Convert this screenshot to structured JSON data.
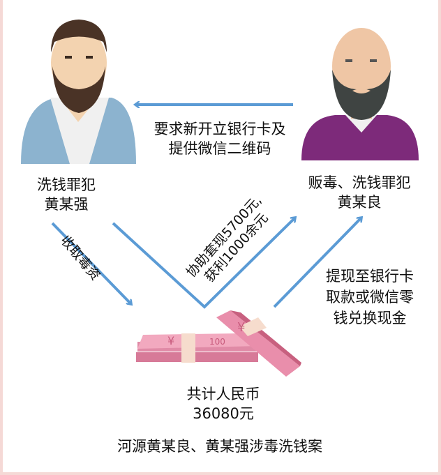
{
  "left_person": {
    "role": "洗钱罪犯",
    "name": "黄某强"
  },
  "right_person": {
    "role": "贩毒、洗钱罪犯",
    "name": "黄某良"
  },
  "top_arrow_text": [
    "要求新开立银行卡及",
    "提供微信二维码"
  ],
  "left_arrow_text": "收取毒资",
  "middle_arrow_text": [
    "协助套现5700元,",
    "获利1000余元"
  ],
  "right_arrow_text": [
    "提现至银行卡",
    "取款或微信零",
    "钱兑换现金"
  ],
  "money": {
    "label": "共计人民币",
    "amount": "36080元",
    "note_text": "100"
  },
  "caption": "河源黄某良、黄某强涉毒洗钱案",
  "colors": {
    "arrow": "#5b9bd5",
    "border": "#f5d9d6",
    "money": "#e07a9a"
  }
}
